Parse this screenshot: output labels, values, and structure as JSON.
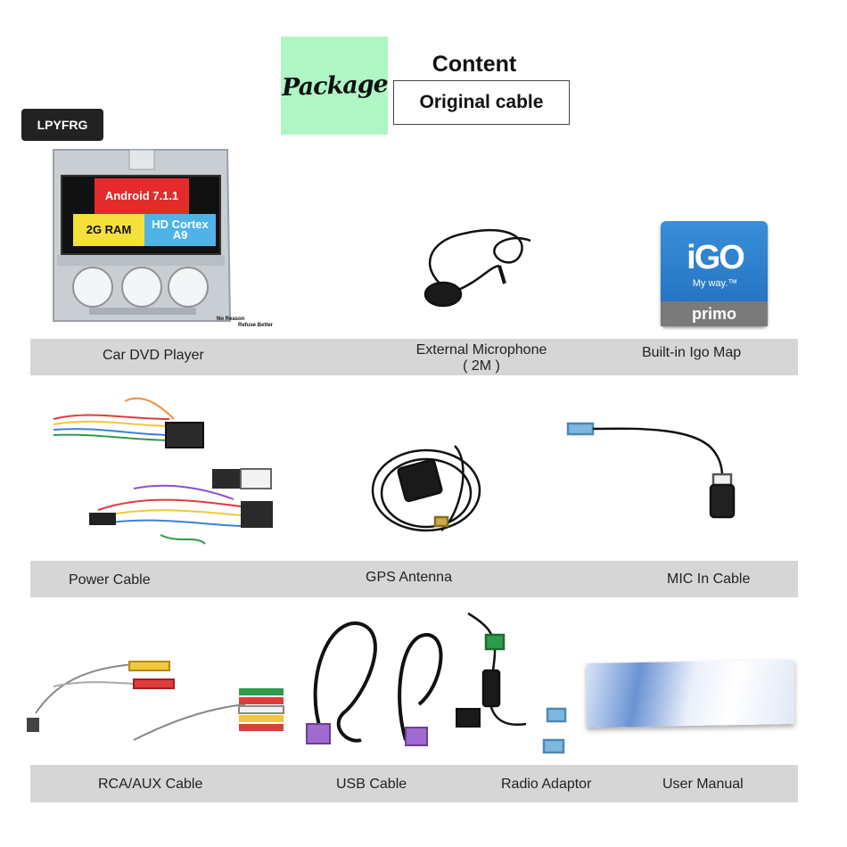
{
  "header": {
    "package_label": "Package",
    "content_title": "Content",
    "content_value": "Original cable"
  },
  "brand": "LPYFRG",
  "dvd_player": {
    "spec_android": "Android 7.1.1",
    "spec_ram": "2G RAM",
    "spec_cpu": "HD Cortex A9",
    "note_line1": "No Reason",
    "note_line2": "Refuse Better"
  },
  "igo": {
    "logo": "iGO",
    "tagline": "My way.™",
    "edition": "primo"
  },
  "rows": [
    {
      "items": [
        "Car DVD Player",
        "External Microphone ( 2M )",
        "Built-in Igo Map"
      ]
    },
    {
      "items": [
        "Power Cable",
        "GPS Antenna",
        "MIC In Cable"
      ]
    },
    {
      "items": [
        "RCA/AUX Cable",
        "USB Cable",
        "Radio Adaptor",
        "User Manual"
      ]
    }
  ],
  "labels": {
    "car_dvd_player": "Car DVD Player",
    "external_microphone": "External Microphone",
    "external_microphone_length": "( 2M )",
    "builtin_igo_map": "Built-in Igo Map",
    "power_cable": "Power Cable",
    "gps_antenna": "GPS Antenna",
    "mic_in_cable": "MIC In Cable",
    "rca_aux_cable": "RCA/AUX Cable",
    "usb_cable": "USB Cable",
    "radio_adaptor": "Radio Adaptor",
    "user_manual": "User Manual"
  },
  "colors": {
    "package_bg": "#aef7c4",
    "label_bar": "#d6d6d6",
    "android_red": "#e32b2b",
    "ram_yellow": "#f4e03b",
    "cpu_blue": "#4fb3e8",
    "igo_blue": "#1e6dbd"
  }
}
